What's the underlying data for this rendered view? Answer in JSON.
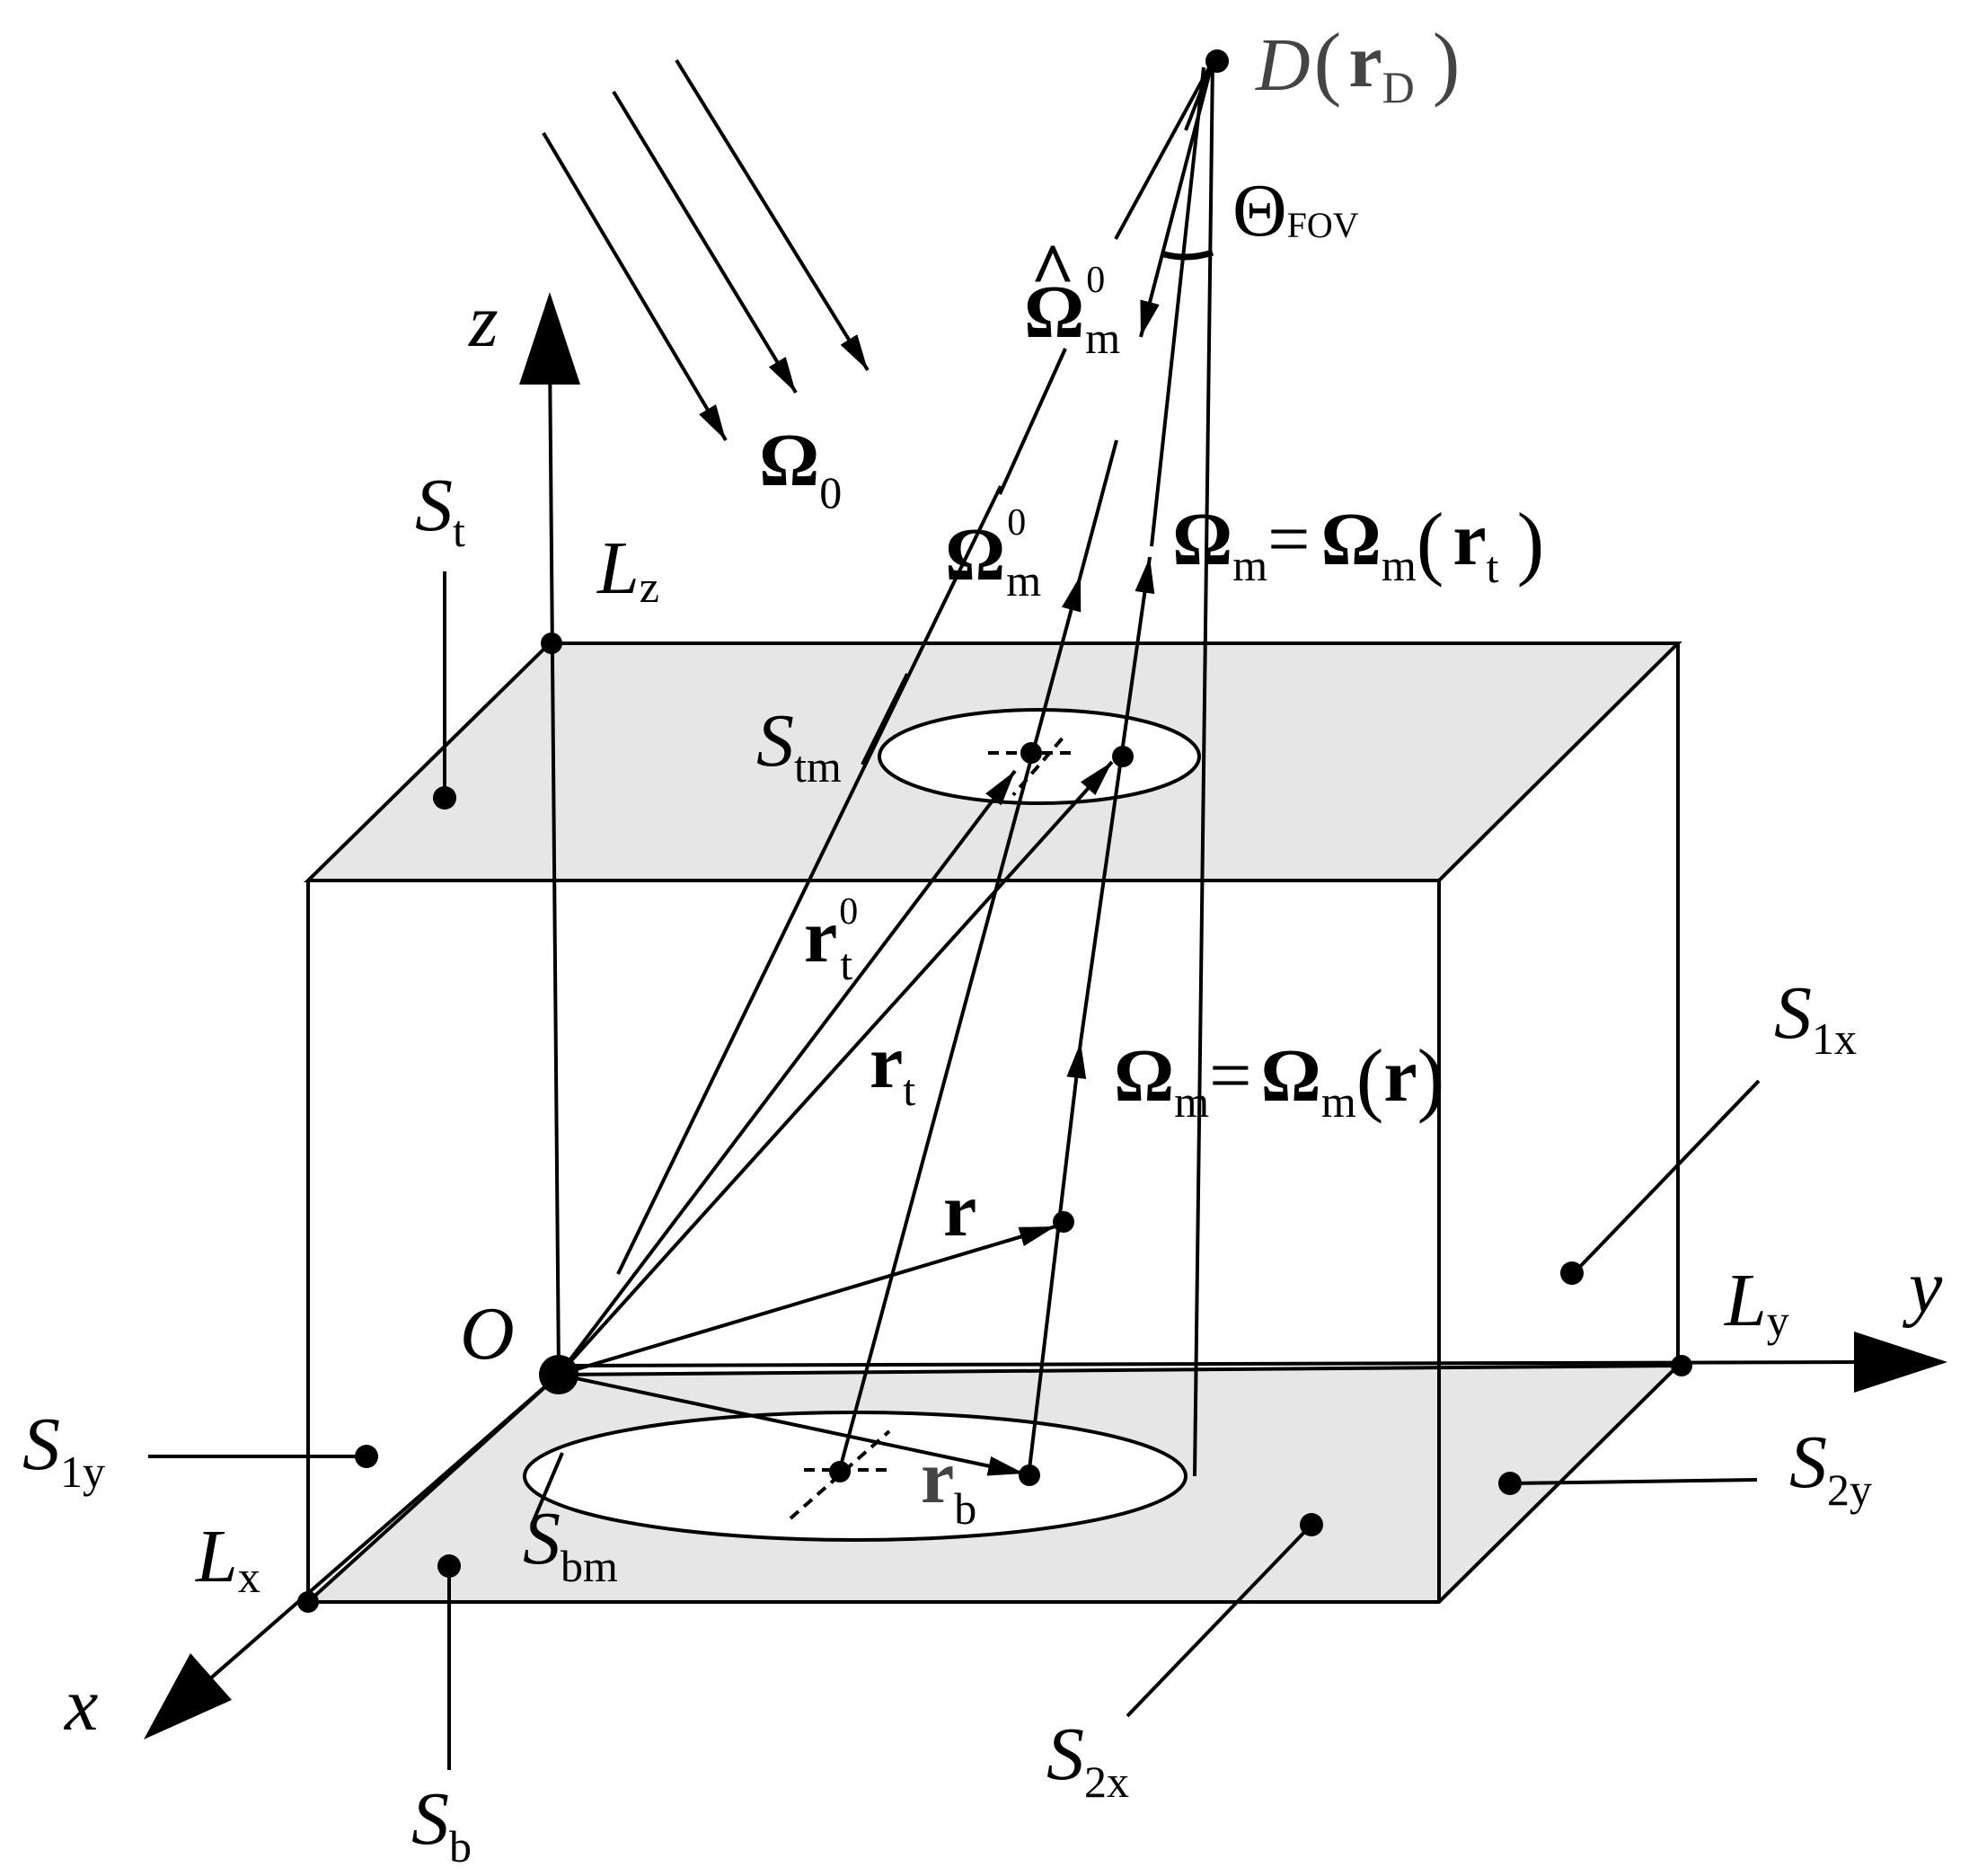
{
  "labels": {
    "z": "z",
    "x": "x",
    "y": "y",
    "O": "O",
    "Lz": {
      "main": "L",
      "sub": "z"
    },
    "Lx": {
      "main": "L",
      "sub": "x"
    },
    "Ly": {
      "main": "L",
      "sub": "y"
    },
    "St": {
      "main": "S",
      "sub": "t"
    },
    "Sb": {
      "main": "S",
      "sub": "b"
    },
    "S1x": {
      "main": "S",
      "sub": "1x"
    },
    "S2x": {
      "main": "S",
      "sub": "2x"
    },
    "S1y": {
      "main": "S",
      "sub": "1y"
    },
    "S2y": {
      "main": "S",
      "sub": "2y"
    },
    "Stm": {
      "main": "S",
      "sub": "tm"
    },
    "Sbm": {
      "main": "S",
      "sub": "bm"
    },
    "Omega0": {
      "main": "Ω",
      "sub": "0"
    },
    "OmegaHat": {
      "main": "Ω",
      "hat": "^",
      "sup": "0",
      "sub": "m"
    },
    "OmegaM0": {
      "main": "Ω",
      "sup": "0",
      "sub": "m"
    },
    "OmegaMrt": {
      "main": "Ω",
      "sub": "m",
      "eq": "=",
      "arg": "r",
      "argsub": "t",
      "open": "(",
      "close": ")"
    },
    "OmegaMr": {
      "main": "Ω",
      "sub": "m",
      "eq": "=",
      "arg": "r",
      "open": "(",
      "close": ")"
    },
    "D": {
      "main": "D",
      "arg": "r",
      "argsub": "D",
      "open": "(",
      "close": ")"
    },
    "ThetaFOV": {
      "main": "Θ",
      "sub": "FOV"
    },
    "rt0": {
      "main": "r",
      "sup": "0",
      "sub": "t"
    },
    "rt": {
      "main": "r",
      "sub": "t"
    },
    "r": {
      "main": "r"
    },
    "rb": {
      "main": "r",
      "sub": "b"
    }
  }
}
